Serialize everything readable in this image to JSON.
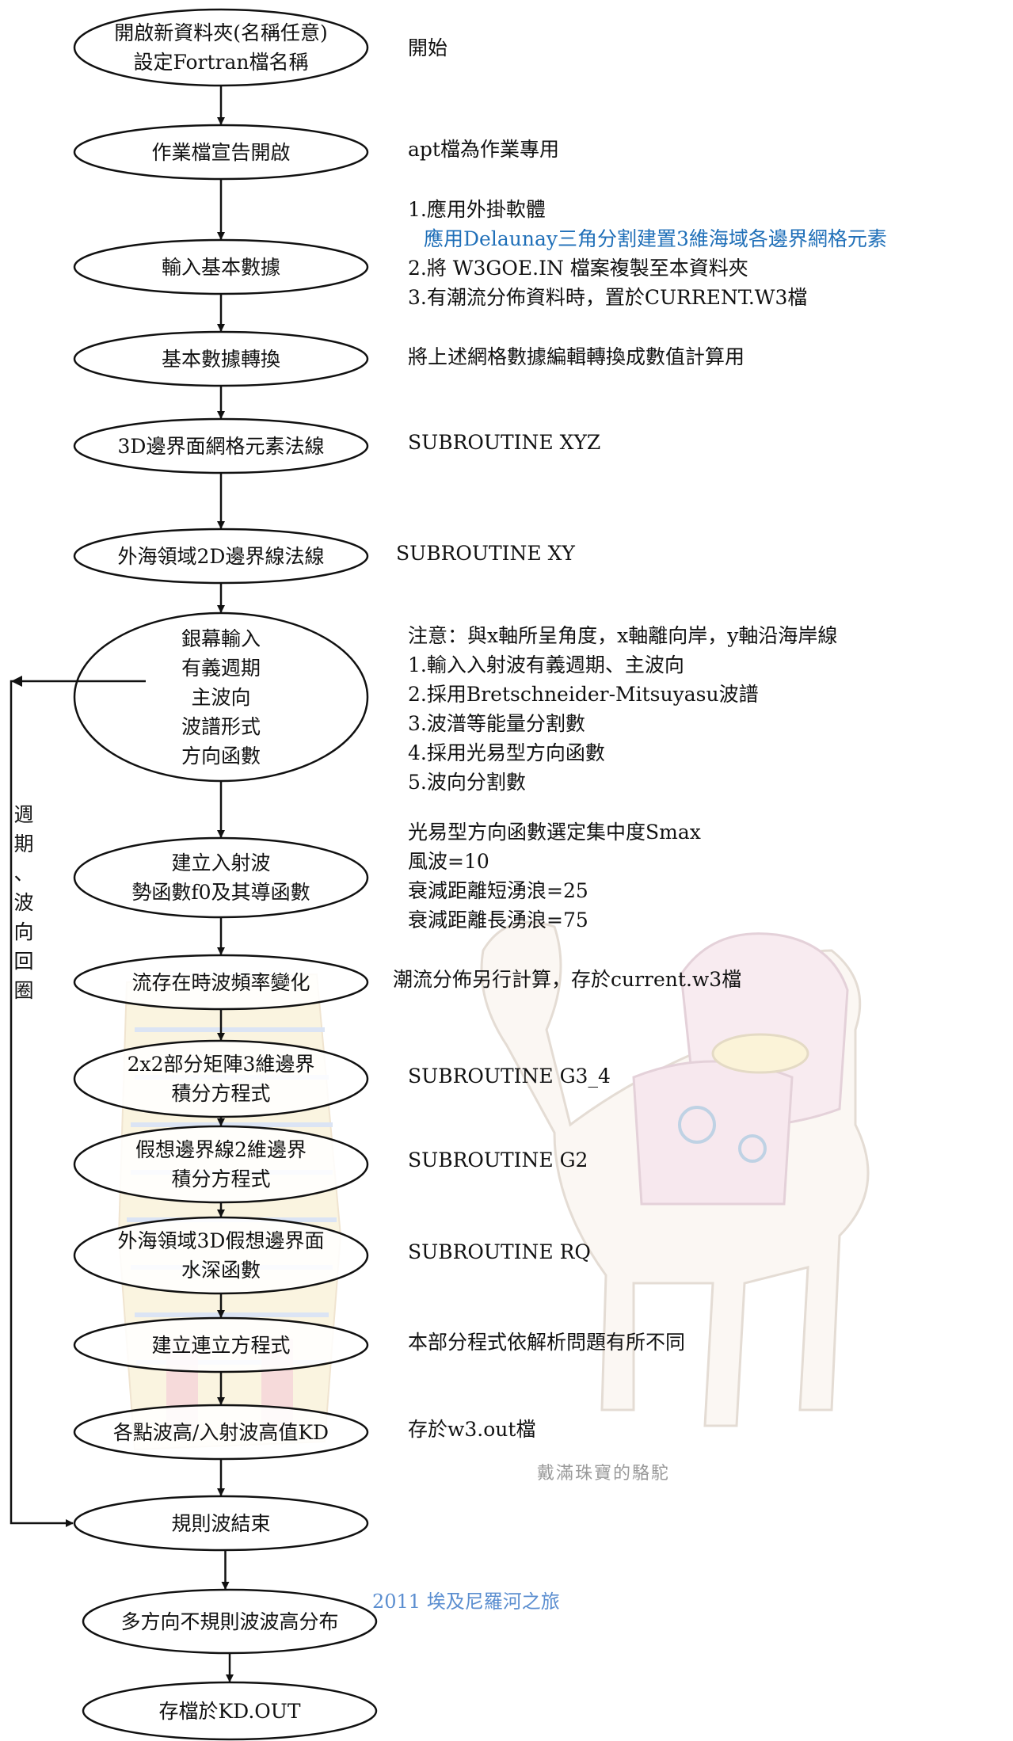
{
  "flowchart": {
    "nodes": [
      {
        "id": "n1",
        "lines": [
          "開啟新資料夾(名稱任意)",
          "設定Fortran檔名稱"
        ]
      },
      {
        "id": "n2",
        "lines": [
          "作業檔宣告開啟"
        ]
      },
      {
        "id": "n3",
        "lines": [
          "輸入基本數據"
        ]
      },
      {
        "id": "n4",
        "lines": [
          "基本數據轉換"
        ]
      },
      {
        "id": "n5",
        "lines": [
          "3D邊界面網格元素法線"
        ]
      },
      {
        "id": "n6",
        "lines": [
          "外海領域2D邊界線法線"
        ]
      },
      {
        "id": "n7",
        "lines": [
          "銀幕輸入",
          "有義週期",
          "主波向",
          "波譜形式",
          "方向函數"
        ]
      },
      {
        "id": "n8",
        "lines": [
          "建立入射波",
          "勢函數f0及其導函數"
        ]
      },
      {
        "id": "n9",
        "lines": [
          "流存在時波頻率變化"
        ]
      },
      {
        "id": "n10",
        "lines": [
          "2x2部分矩陣3維邊界",
          "積分方程式"
        ]
      },
      {
        "id": "n11",
        "lines": [
          "假想邊界線2維邊界",
          "積分方程式"
        ]
      },
      {
        "id": "n12",
        "lines": [
          "外海領域3D假想邊界面",
          "水深函數"
        ]
      },
      {
        "id": "n13",
        "lines": [
          "建立連立方程式"
        ]
      },
      {
        "id": "n14",
        "lines": [
          "各點波高/入射波高值KD"
        ]
      },
      {
        "id": "n15",
        "lines": [
          "規則波結束"
        ]
      },
      {
        "id": "n16",
        "lines": [
          "多方向不規則波波高分布"
        ]
      },
      {
        "id": "n17",
        "lines": [
          "存檔於KD.OUT"
        ]
      }
    ],
    "notes": [
      {
        "id": "note1",
        "lines": [
          "開始"
        ]
      },
      {
        "id": "note2",
        "lines": [
          "apt檔為作業專用"
        ]
      },
      {
        "id": "note3",
        "lines": [
          "1.應用外掛軟體"
        ],
        "highlight": "應用Delaunay三角分割建置3維海域各邊界網格元素",
        "more": [
          "2.將 W3GOE.IN 檔案複製至本資料夾",
          "3.有潮流分佈資料時，置於CURRENT.W3檔"
        ]
      },
      {
        "id": "note4",
        "lines": [
          "將上述網格數據編輯轉換成數值計算用"
        ]
      },
      {
        "id": "note5",
        "lines": [
          "SUBROUTINE XYZ"
        ]
      },
      {
        "id": "note6",
        "lines": [
          "SUBROUTINE XY"
        ]
      },
      {
        "id": "note7",
        "lines": [
          "注意：與x軸所呈角度，x軸離向岸，y軸沿海岸線",
          "1.輸入入射波有義週期、主波向",
          "2.採用Bretschneider-Mitsuyasu波譜",
          "3.波潽等能量分割數",
          "4.採用光易型方向函數",
          "5.波向分割數"
        ]
      },
      {
        "id": "note8",
        "lines": [
          "光易型方向函數選定集中度Smax",
          "風波=10",
          "衰減距離短湧浪=25",
          "衰減距離長湧浪=75"
        ]
      },
      {
        "id": "note9",
        "lines": [
          "潮流分佈另行計算，存於current.w3檔"
        ]
      },
      {
        "id": "note10",
        "lines": [
          "SUBROUTINE G3_4"
        ]
      },
      {
        "id": "note11",
        "lines": [
          "SUBROUTINE G2"
        ]
      },
      {
        "id": "note12",
        "lines": [
          "SUBROUTINE RQ"
        ]
      },
      {
        "id": "note13",
        "lines": [
          "本部分程式依解析問題有所不同"
        ]
      },
      {
        "id": "note14",
        "lines": [
          "存於w3.out檔"
        ]
      }
    ],
    "loop_label": [
      "週",
      "期",
      "、",
      "波",
      "向",
      "回",
      "圈"
    ],
    "colors": {
      "line": "#111111",
      "highlight_text": "#1f6fb8"
    }
  },
  "background": {
    "trip_caption": "2011 埃及尼羅河之旅",
    "camel_caption": "戴滿珠寶的駱駝"
  }
}
